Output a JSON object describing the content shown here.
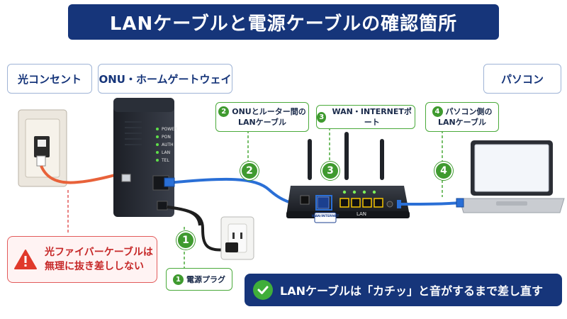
{
  "title": "LANケーブルと電源ケーブルの確認箇所",
  "labels": {
    "outlet": "光コンセント",
    "onu": "ONU・ホームゲートウェイ",
    "pc": "パソコン"
  },
  "steps": [
    {
      "num": "1",
      "lines": [
        "電源プラグ"
      ]
    },
    {
      "num": "2",
      "lines": [
        "ONUとルーター間の",
        "LANケーブル"
      ]
    },
    {
      "num": "3",
      "lines": [
        "WAN・INTERNETポート"
      ]
    },
    {
      "num": "4",
      "lines": [
        "パソコン側の",
        "LANケーブル"
      ]
    }
  ],
  "onu_leds": [
    "POWER",
    "PON",
    "AUTH",
    "LAN",
    "TEL"
  ],
  "router_ports": {
    "wan": "WAN/INTERNET",
    "lan": "LAN"
  },
  "warning": {
    "line1": "光ファイバーケーブルは",
    "line2": "無理に抜き差ししない"
  },
  "note": "LANケーブルは「カチッ」と音がするまで差し直す",
  "colors": {
    "navy": "#16357a",
    "green": "#3f9a2f",
    "red": "#e0392b",
    "cable_blue": "#2a6fd6",
    "fiber_orange": "#e8623a"
  },
  "icons": [
    "warning-icon",
    "check-icon"
  ]
}
